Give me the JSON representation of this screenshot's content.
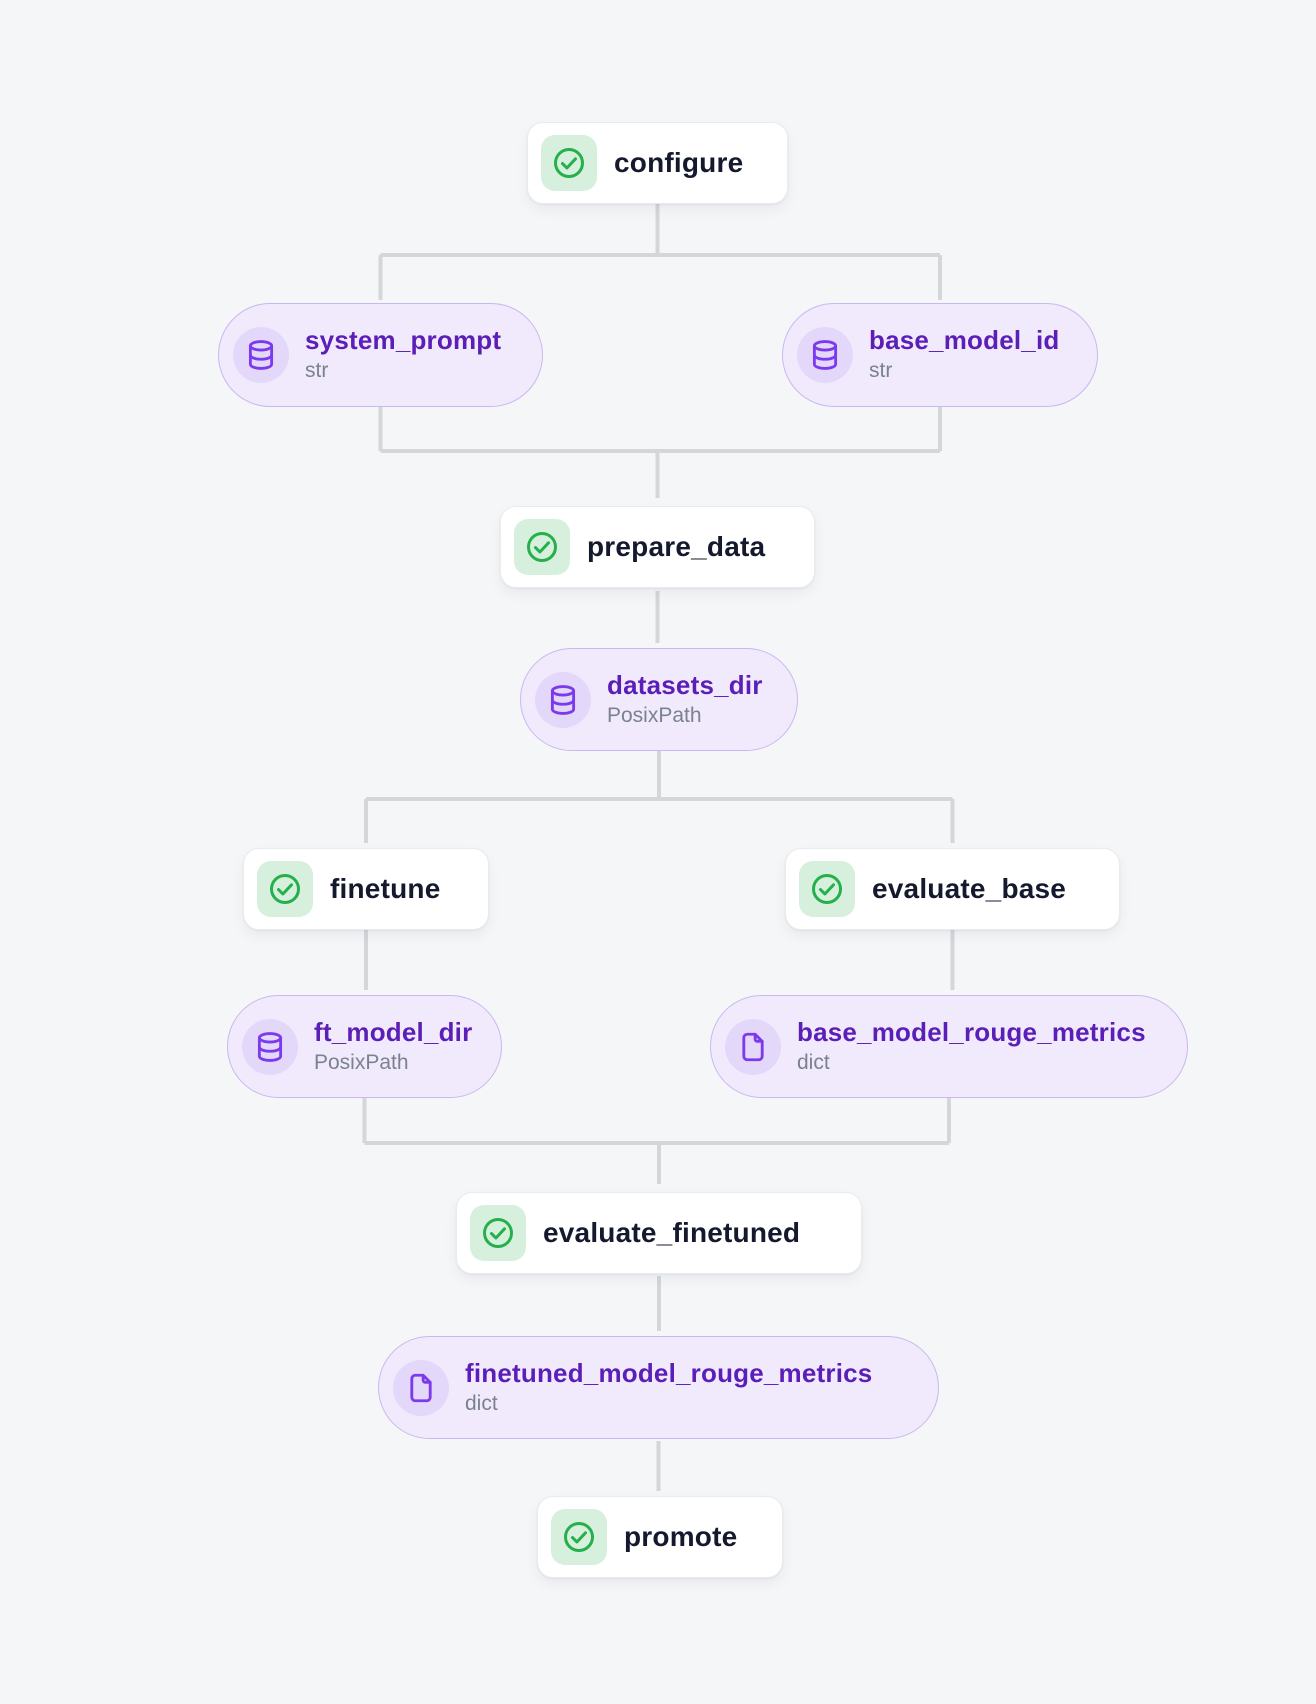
{
  "colors": {
    "background": "#f4f6f8",
    "task_node_bg": "#ffffff",
    "task_node_border": "#e9ebee",
    "task_icon_bg": "#d6f0dd",
    "task_icon_green": "#25b04b",
    "task_label_color": "#14192e",
    "data_node_bg": "#f1eafc",
    "data_node_border": "#cbb7f0",
    "data_icon_bg": "#e4d8fa",
    "data_icon_purple": "#7c3aed",
    "data_label_color": "#5b1fb8",
    "data_type_color": "#7b828f",
    "edge_color": "#d4d7da"
  },
  "nodes": [
    {
      "id": "configure",
      "kind": "task",
      "label": "configure",
      "status": "success",
      "icon": "check-circle-icon"
    },
    {
      "id": "system_prompt",
      "kind": "data",
      "label": "system_prompt",
      "type": "str",
      "icon": "database-icon"
    },
    {
      "id": "base_model_id",
      "kind": "data",
      "label": "base_model_id",
      "type": "str",
      "icon": "database-icon"
    },
    {
      "id": "prepare_data",
      "kind": "task",
      "label": "prepare_data",
      "status": "success",
      "icon": "check-circle-icon"
    },
    {
      "id": "datasets_dir",
      "kind": "data",
      "label": "datasets_dir",
      "type": "PosixPath",
      "icon": "database-icon"
    },
    {
      "id": "finetune",
      "kind": "task",
      "label": "finetune",
      "status": "success",
      "icon": "check-circle-icon"
    },
    {
      "id": "evaluate_base",
      "kind": "task",
      "label": "evaluate_base",
      "status": "success",
      "icon": "check-circle-icon"
    },
    {
      "id": "ft_model_dir",
      "kind": "data",
      "label": "ft_model_dir",
      "type": "PosixPath",
      "icon": "database-icon"
    },
    {
      "id": "base_model_rouge_metrics",
      "kind": "data",
      "label": "base_model_rouge_metrics",
      "type": "dict",
      "icon": "file-icon"
    },
    {
      "id": "evaluate_finetuned",
      "kind": "task",
      "label": "evaluate_finetuned",
      "status": "success",
      "icon": "check-circle-icon"
    },
    {
      "id": "finetuned_model_rouge_metrics",
      "kind": "data",
      "label": "finetuned_model_rouge_metrics",
      "type": "dict",
      "icon": "file-icon"
    },
    {
      "id": "promote",
      "kind": "task",
      "label": "promote",
      "status": "success",
      "icon": "check-circle-icon"
    }
  ],
  "edges": [
    {
      "from": "configure",
      "to": "system_prompt"
    },
    {
      "from": "configure",
      "to": "base_model_id"
    },
    {
      "from": "system_prompt",
      "to": "prepare_data"
    },
    {
      "from": "base_model_id",
      "to": "prepare_data"
    },
    {
      "from": "prepare_data",
      "to": "datasets_dir"
    },
    {
      "from": "datasets_dir",
      "to": "finetune"
    },
    {
      "from": "datasets_dir",
      "to": "evaluate_base"
    },
    {
      "from": "finetune",
      "to": "ft_model_dir"
    },
    {
      "from": "evaluate_base",
      "to": "base_model_rouge_metrics"
    },
    {
      "from": "ft_model_dir",
      "to": "evaluate_finetuned"
    },
    {
      "from": "base_model_rouge_metrics",
      "to": "evaluate_finetuned"
    },
    {
      "from": "evaluate_finetuned",
      "to": "finetuned_model_rouge_metrics"
    },
    {
      "from": "finetuned_model_rouge_metrics",
      "to": "promote"
    }
  ]
}
